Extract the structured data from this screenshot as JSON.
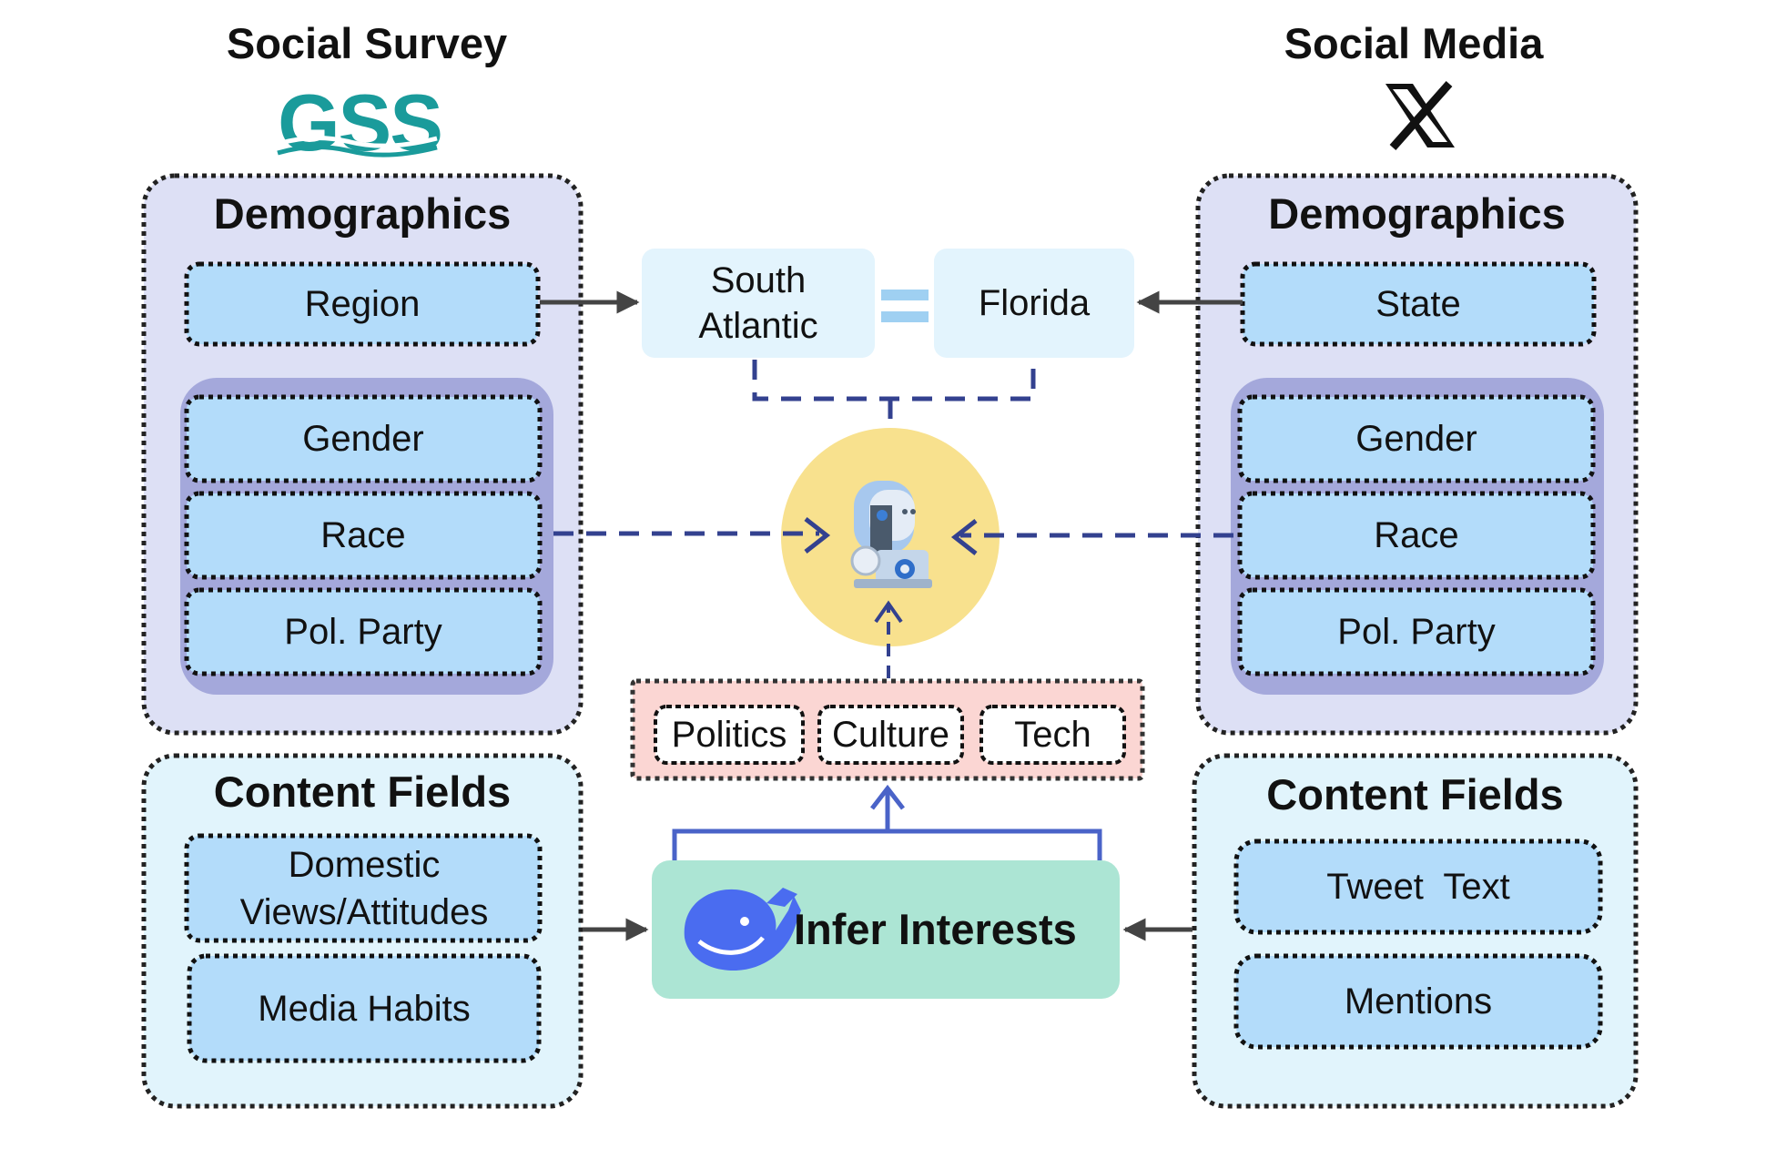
{
  "left": {
    "title": "Social Survey",
    "logo_text": "GSS",
    "demographics": {
      "title": "Demographics",
      "region": "Region",
      "gender": "Gender",
      "race": "Race",
      "party": "Pol. Party"
    },
    "content": {
      "title": "Content Fields",
      "field1": "Domestic Views/Attitudes",
      "field2": "Media Habits"
    }
  },
  "right": {
    "title": "Social Media",
    "logo_text": "X",
    "demographics": {
      "title": "Demographics",
      "state": "State",
      "gender": "Gender",
      "race": "Race",
      "party": "Pol. Party"
    },
    "content": {
      "title": "Content Fields",
      "field1": "Tweet  Text",
      "field2": "Mentions"
    }
  },
  "center": {
    "match_left": "South Atlantic",
    "match_right": "Florida",
    "interests": [
      "Politics",
      "Culture",
      "Tech"
    ],
    "infer_label": "Infer Interests",
    "robot_icon": "robot-icon",
    "whale_icon": "whale-logo-icon"
  },
  "colors": {
    "panel_demo": "#dde0f5",
    "panel_content": "#e1f4fc",
    "field": "#b3dcfa",
    "group": "#a4a8db",
    "match_box": "#e3f4fd",
    "equals": "#9fd0f2",
    "robot_circle": "#f8e18e",
    "interest_panel": "#fbd6d3",
    "infer_box": "#ace5d4",
    "arrow_dark": "#444444",
    "arrow_blue": "#33418f",
    "logo_teal": "#1a9b9b",
    "whale_blue": "#4a6cf0"
  }
}
